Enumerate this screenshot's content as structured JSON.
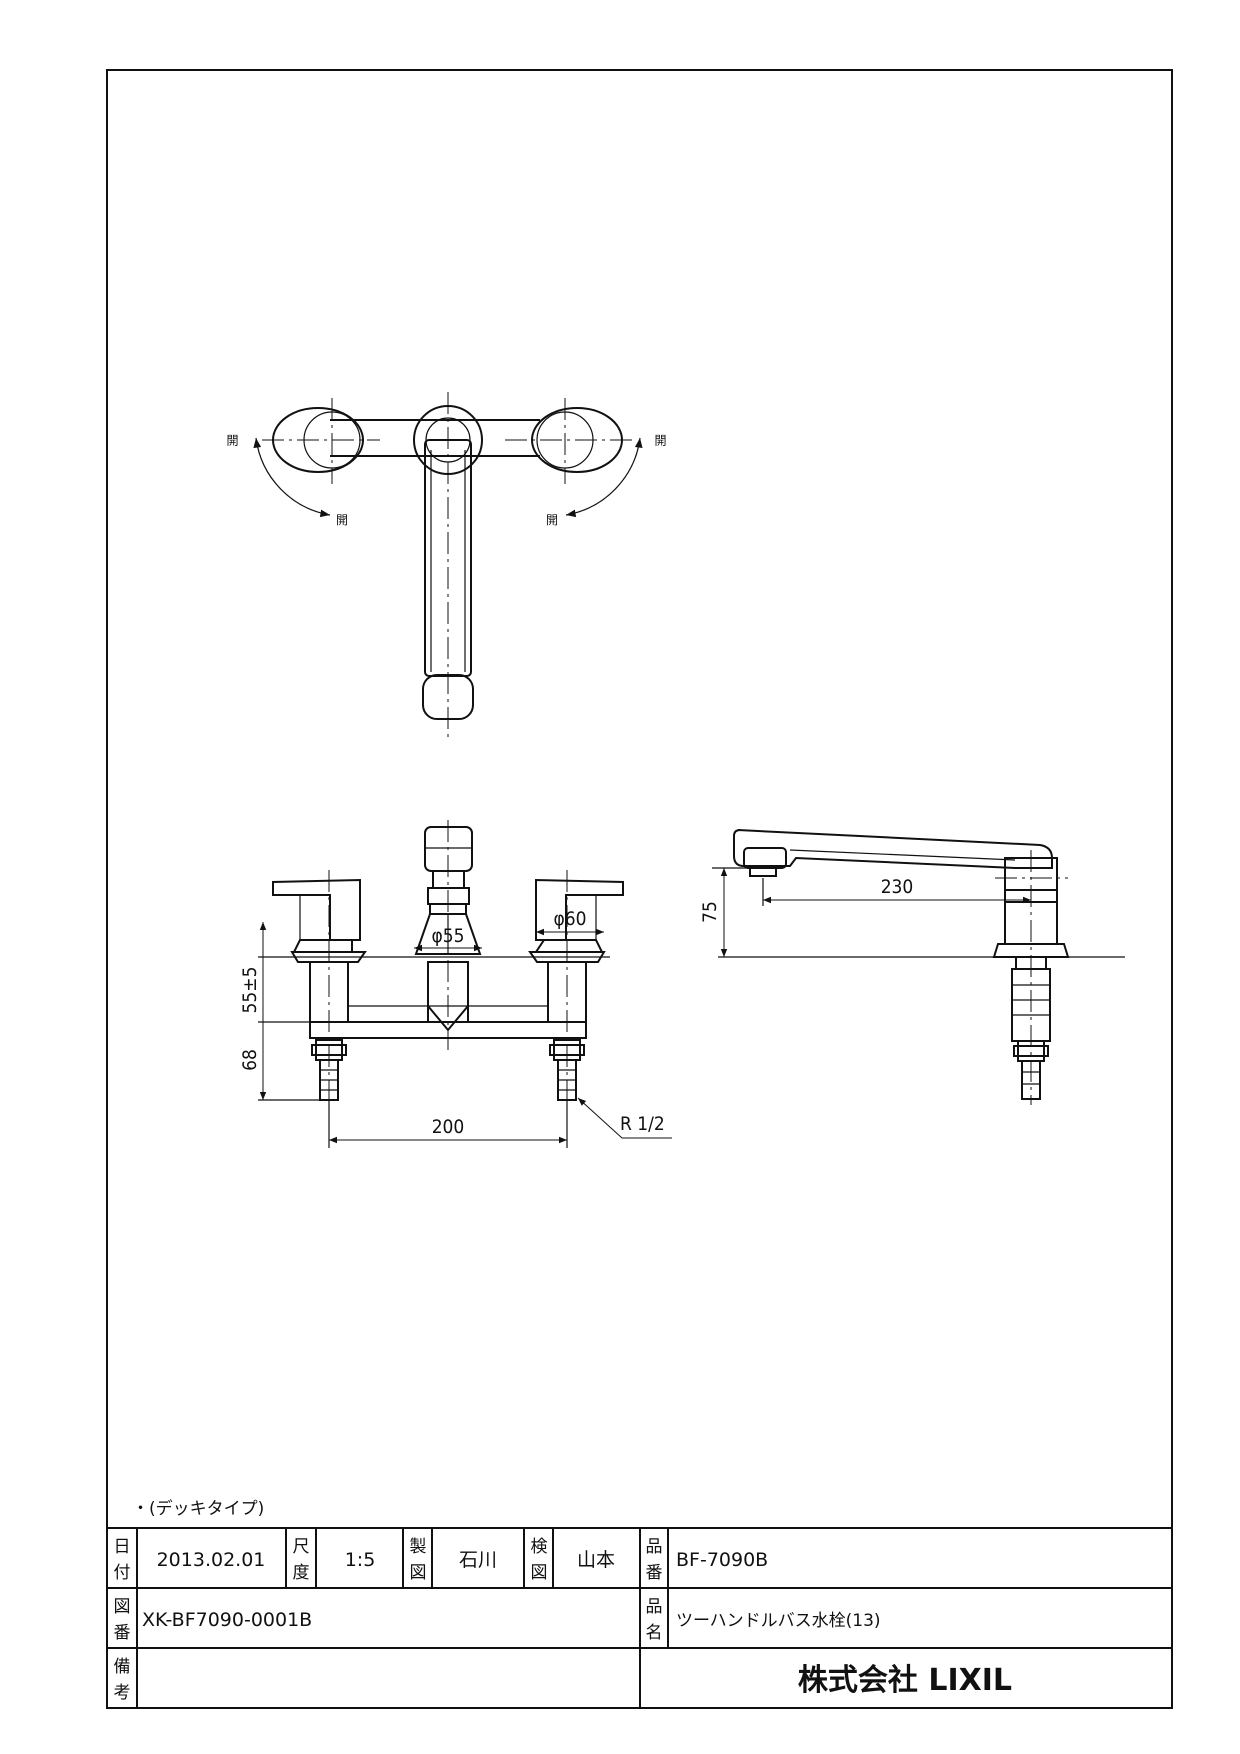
{
  "top_view": {
    "open_label": "開"
  },
  "dimensions": {
    "phi55": "φ55",
    "phi60": "φ60",
    "h55": "55±5",
    "h68": "68",
    "w200": "200",
    "thread": "R 1/2",
    "h75": "75",
    "reach230": "230"
  },
  "note": "・(デッキタイプ)",
  "title_block": {
    "date_label": [
      "日",
      "付"
    ],
    "date": "2013.02.01",
    "scale_label": [
      "尺",
      "度"
    ],
    "scale": "1:5",
    "drawn_label": [
      "製",
      "図"
    ],
    "drawn_by": "石川",
    "checked_label": [
      "検",
      "図"
    ],
    "checked_by": "山本",
    "part_no_label": [
      "品",
      "番"
    ],
    "part_no": "BF-7090B",
    "drawing_no_label": [
      "図",
      "番"
    ],
    "drawing_no": "XK-BF7090-0001B",
    "product_name_label": [
      "品",
      "名"
    ],
    "product_name": "ツーハンドルバス水栓(13)",
    "remarks_label": [
      "備",
      "考"
    ],
    "company": "株式会社 LIXIL"
  }
}
